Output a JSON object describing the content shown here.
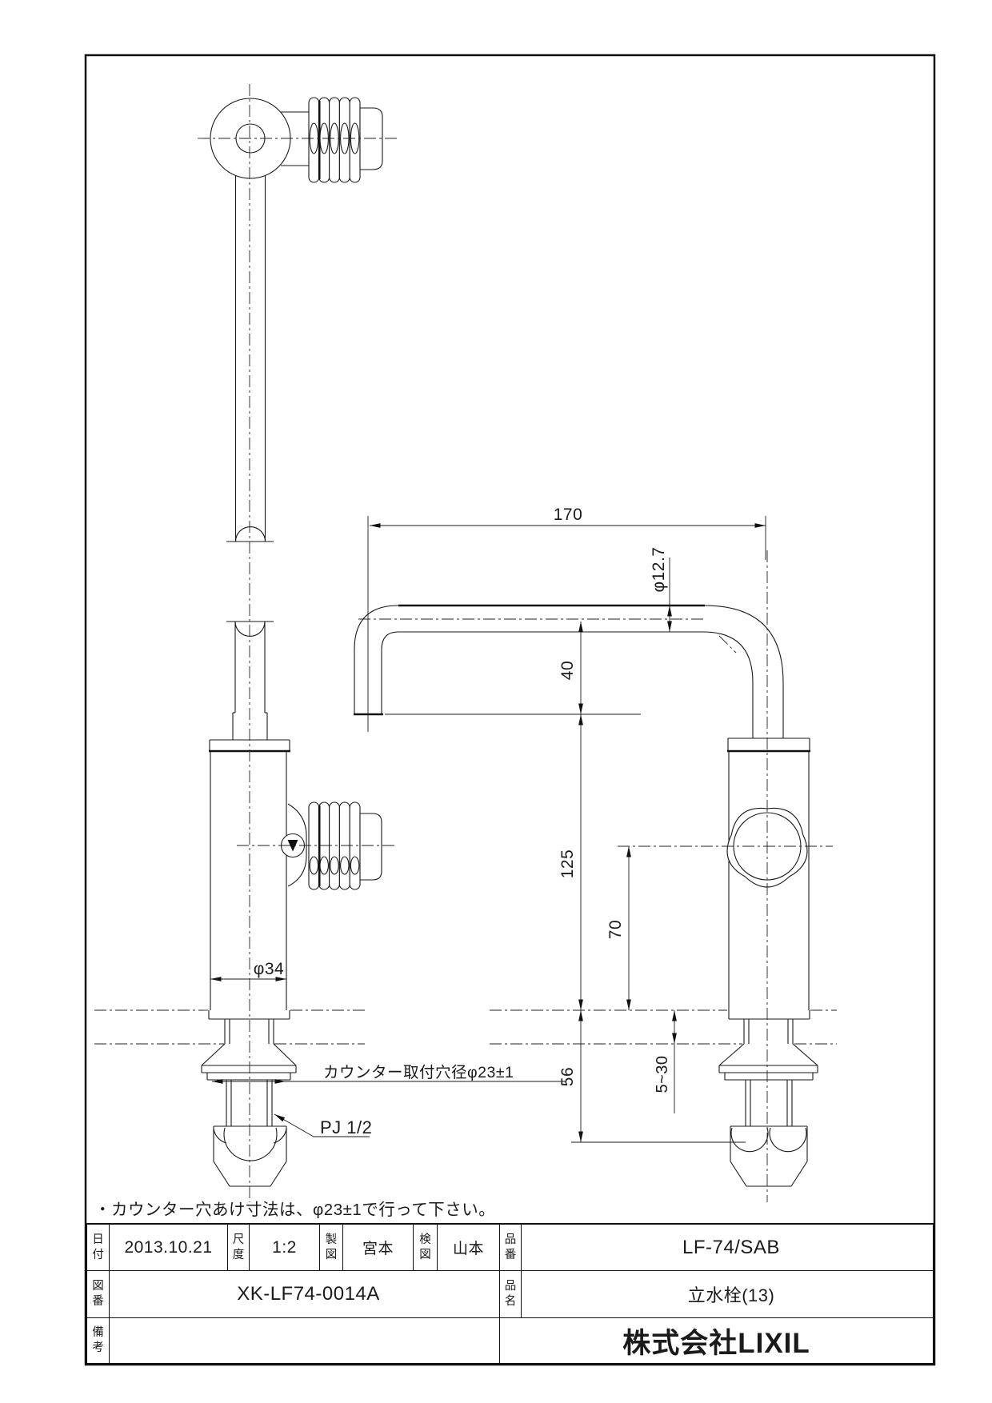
{
  "title_block": {
    "date_label": "日付",
    "date": "2013.10.21",
    "scale_label": "尺度",
    "scale": "1:2",
    "drafter_label": "製図",
    "drafter": "宮本",
    "checker_label": "検図",
    "checker": "山本",
    "part_no_label": "品番",
    "part_no": "LF-74/SAB",
    "drawing_no_label": "図番",
    "drawing_no": "XK-LF74-0014A",
    "product_name_label": "品名",
    "product_name": "立水栓(13)",
    "remarks_label": "備考",
    "remarks": "",
    "company": "株式会社LIXIL"
  },
  "annotations": {
    "note": "・カウンター穴あけ寸法は、φ23±1で行って下さい。",
    "counter_hole": "カウンター取付穴径φ23±1",
    "thread": "PJ 1/2"
  },
  "dimensions": {
    "spout_reach": "170",
    "spout_dia": "φ12.7",
    "spout_drop": "40",
    "body_height": "125",
    "handle_height": "70",
    "under_counter": "56",
    "counter_thickness": "5~30",
    "body_dia": "φ34"
  }
}
